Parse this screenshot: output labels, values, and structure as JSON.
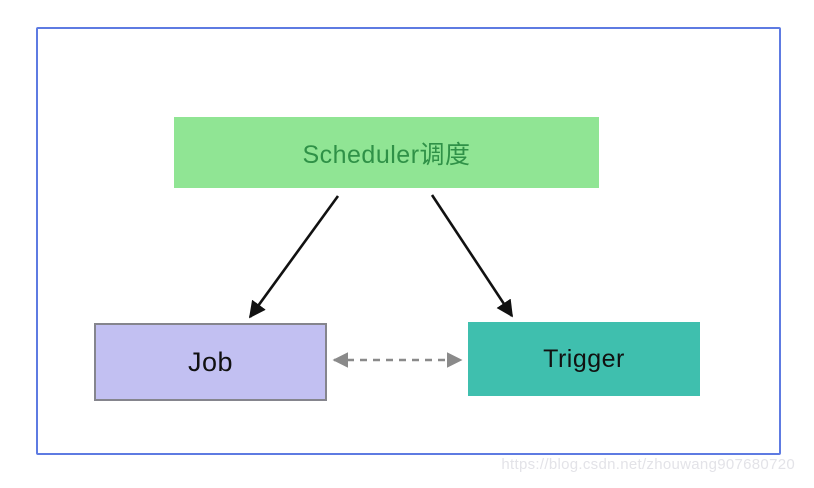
{
  "diagram": {
    "nodes": {
      "scheduler": {
        "label": "Scheduler调度"
      },
      "job": {
        "label": "Job"
      },
      "trigger": {
        "label": "Trigger"
      }
    },
    "edges": [
      {
        "from": "scheduler",
        "to": "job",
        "style": "solid-arrow"
      },
      {
        "from": "scheduler",
        "to": "trigger",
        "style": "solid-arrow"
      },
      {
        "from": "job",
        "to": "trigger",
        "style": "dashed-double-arrow"
      }
    ]
  },
  "watermark": {
    "text": "https://blog.csdn.net/zhouwang907680720"
  },
  "colors": {
    "frame-border": "#5E7BE2",
    "scheduler-fill": "#90E594",
    "scheduler-text": "#2F9147",
    "job-fill": "#C2C0F2",
    "job-border": "#85858D",
    "job-text": "#111111",
    "trigger-fill": "#3FBFAE",
    "trigger-text": "#111111",
    "solid-arrow": "#111111",
    "dashed-arrow": "#8A8A8A",
    "watermark-text": "#E3E3E8"
  }
}
